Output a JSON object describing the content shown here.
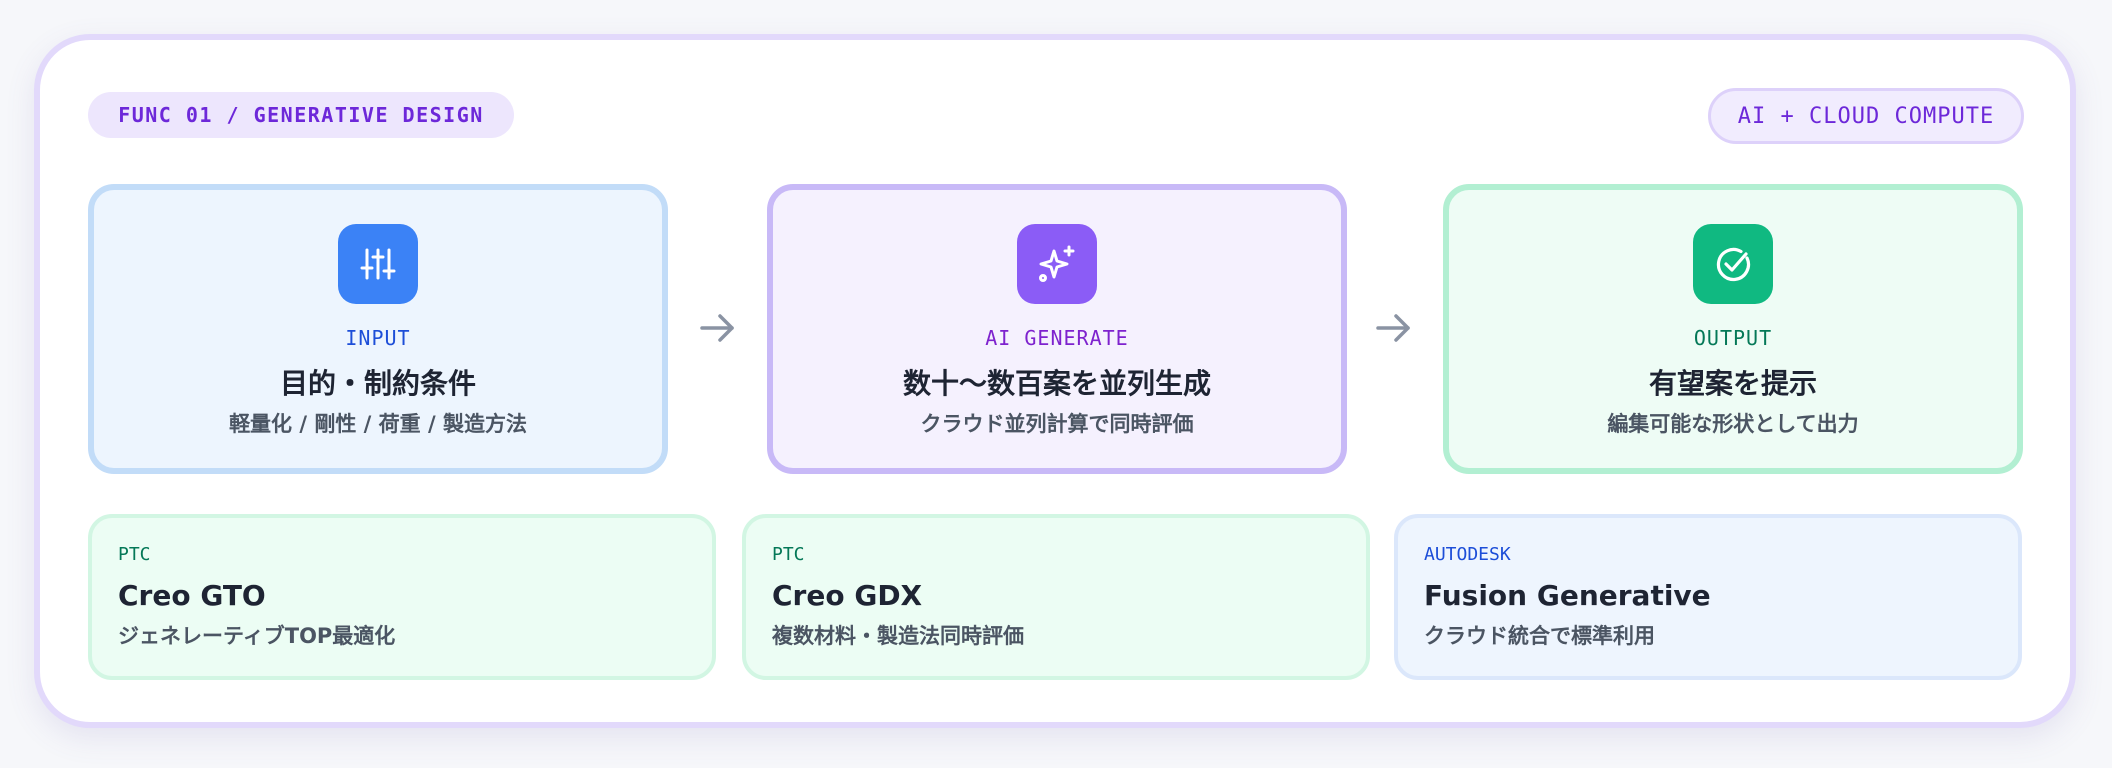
{
  "header": {
    "func_tag": "FUNC 01 / GENERATIVE DESIGN",
    "compute_tag": "AI + CLOUD COMPUTE"
  },
  "flow": {
    "steps": [
      {
        "label": "INPUT",
        "title": "目的・制約条件",
        "subtitle": "軽量化 / 剛性 / 荷重 / 製造方法",
        "icon": "sliders-icon",
        "color": "#3b82f6"
      },
      {
        "label": "AI GENERATE",
        "title": "数十〜数百案を並列生成",
        "subtitle": "クラウド並列計算で同時評価",
        "icon": "sparkles-icon",
        "color": "#8b5cf6"
      },
      {
        "label": "OUTPUT",
        "title": "有望案を提示",
        "subtitle": "編集可能な形状として出力",
        "icon": "check-circle-icon",
        "color": "#10b981"
      }
    ]
  },
  "products": [
    {
      "vendor": "PTC",
      "name": "Creo GTO",
      "description": "ジェネレーティブTOP最適化"
    },
    {
      "vendor": "PTC",
      "name": "Creo GDX",
      "description": "複数材料・製造法同時評価"
    },
    {
      "vendor": "AUTODESK",
      "name": "Fusion Generative",
      "description": "クラウド統合で標準利用"
    }
  ]
}
